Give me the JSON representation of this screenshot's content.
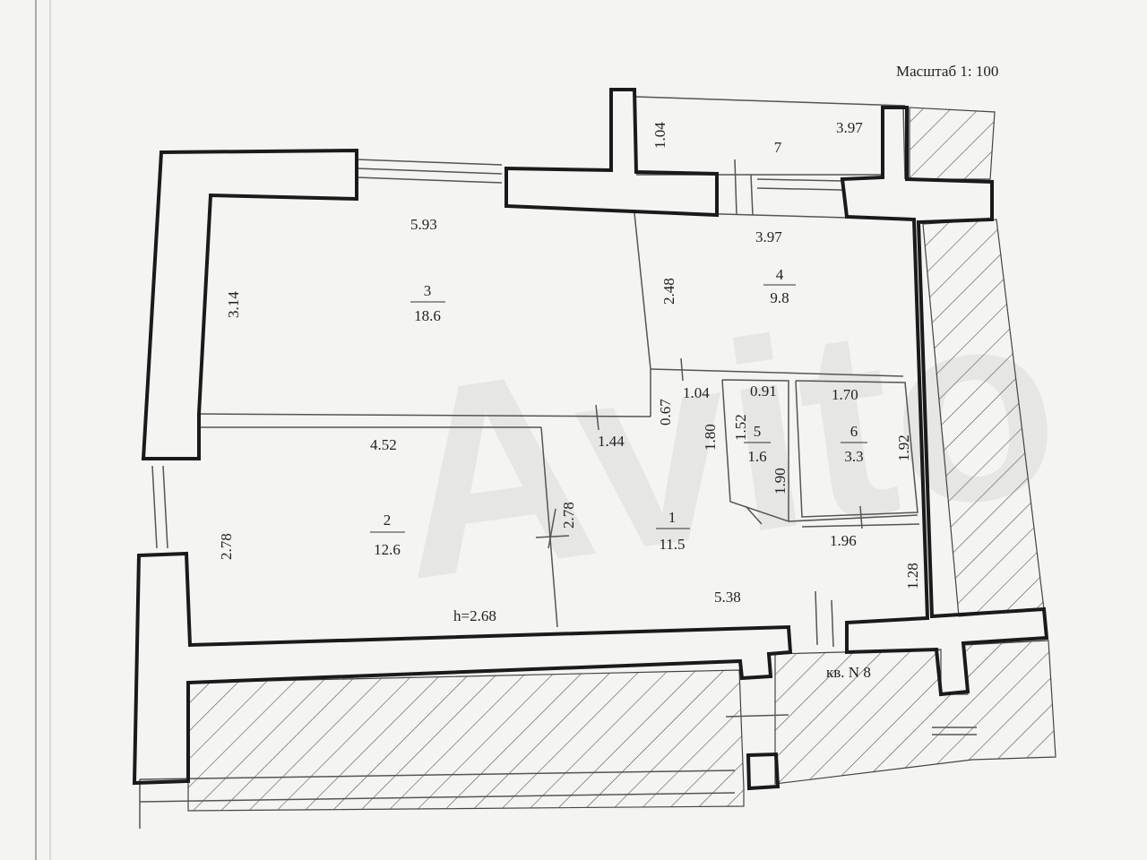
{
  "scale_label": "Масштаб 1: 100",
  "ceiling_height": "h=2.68",
  "neighbor_label": "кв. N 8",
  "watermark": "Avito",
  "rooms": [
    {
      "number": "1",
      "area": "11.5"
    },
    {
      "number": "2",
      "area": "12.6"
    },
    {
      "number": "3",
      "area": "18.6"
    },
    {
      "number": "4",
      "area": "9.8"
    },
    {
      "number": "5",
      "area": "1.6"
    },
    {
      "number": "6",
      "area": "3.3"
    },
    {
      "number": "7"
    }
  ],
  "dimensions": {
    "room3_width": "5.93",
    "room3_height": "3.14",
    "room4_width": "3.97",
    "room4_height": "2.48",
    "room7_depth": "1.04",
    "room7_width": "3.97",
    "room2_width": "4.52",
    "room2_height_left": "2.78",
    "room2_height_right": "2.78",
    "hall_notch": "1.44",
    "hall_small_a": "0.67",
    "hall_small_b": "1.04",
    "hall_small_c": "1.80",
    "room5_width": "0.91",
    "room5_h1": "1.52",
    "room5_h2": "1.90",
    "room6_width": "1.70",
    "room6_height": "1.92",
    "hall_width_b": "1.96",
    "hall_right": "1.28",
    "hall_length": "5.38"
  },
  "colors": {
    "paper": "#f4f4f2",
    "wall": "#1a1a1a",
    "line": "#555555",
    "watermark": "#d8d8d8"
  }
}
